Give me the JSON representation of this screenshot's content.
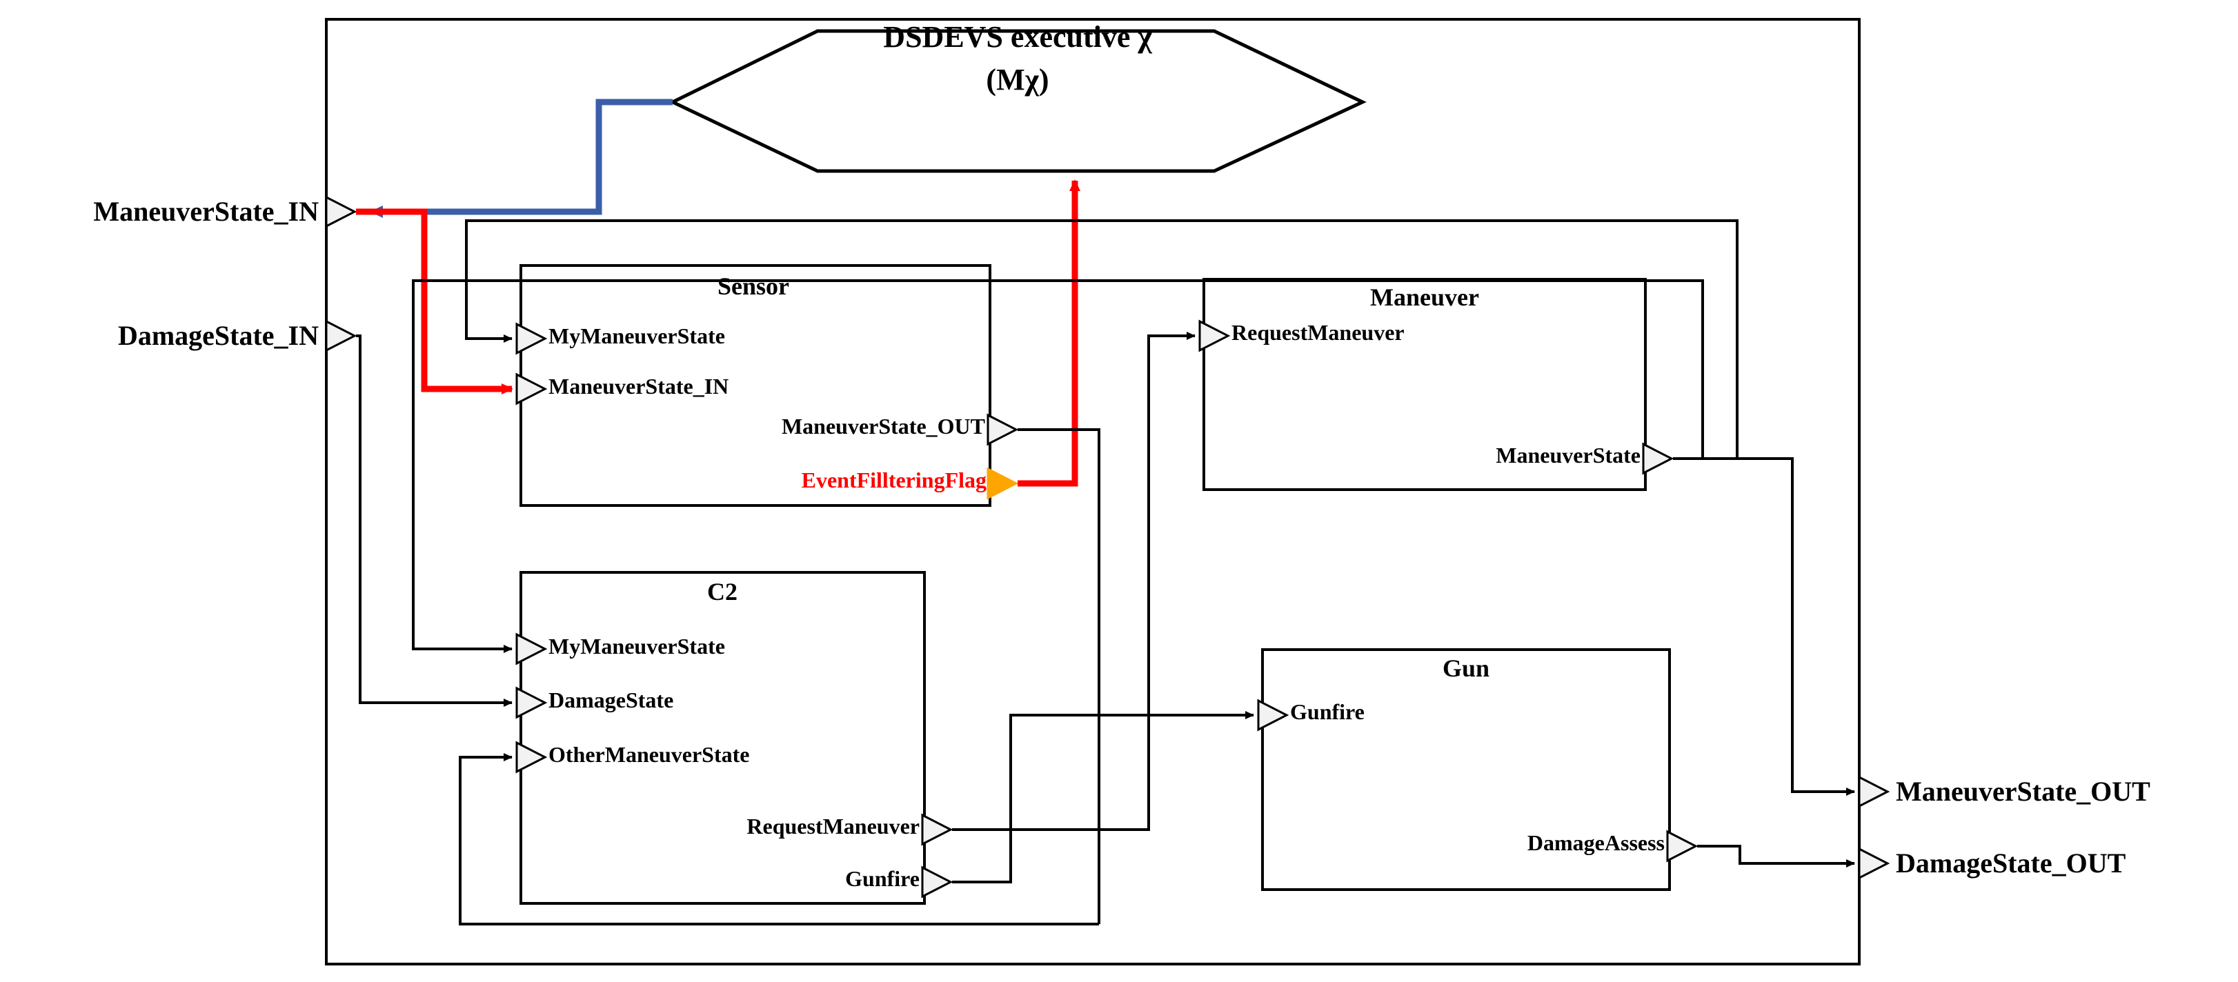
{
  "diagram": {
    "type": "block-diagram",
    "title_note": "DSDEVS coupled model with executive",
    "outer_boundary": "coupled-model-boundary",
    "colors": {
      "line": "#000000",
      "control_red": "#ff0000",
      "executive_blue": "#3b5ea8",
      "flag_port_fill": "#ffa500",
      "port_fill": "#f2f2f2"
    }
  },
  "executive": {
    "shape": "hexagon",
    "line1": "DSDEVS executive χ",
    "line2": "(Mχ)"
  },
  "external_inputs": [
    {
      "label": "ManeuverState_IN"
    },
    {
      "label": "DamageState_IN"
    }
  ],
  "external_outputs": [
    {
      "label": "ManeuverState_OUT"
    },
    {
      "label": "DamageState_OUT"
    }
  ],
  "blocks": [
    {
      "name": "Sensor",
      "inputs": [
        "MyManeuverState",
        "ManeuverState_IN"
      ],
      "outputs": [
        "ManeuverState_OUT",
        "EventFillteringFlag"
      ],
      "highlighted_output": "EventFillteringFlag"
    },
    {
      "name": "Maneuver",
      "inputs": [
        "RequestManeuver"
      ],
      "outputs": [
        "ManeuverState"
      ]
    },
    {
      "name": "C2",
      "inputs": [
        "MyManeuverState",
        "DamageState",
        "OtherManeuverState"
      ],
      "outputs": [
        "RequestManeuver",
        "Gunfire"
      ]
    },
    {
      "name": "Gun",
      "inputs": [
        "Gunfire"
      ],
      "outputs": [
        "DamageAssess"
      ]
    }
  ]
}
